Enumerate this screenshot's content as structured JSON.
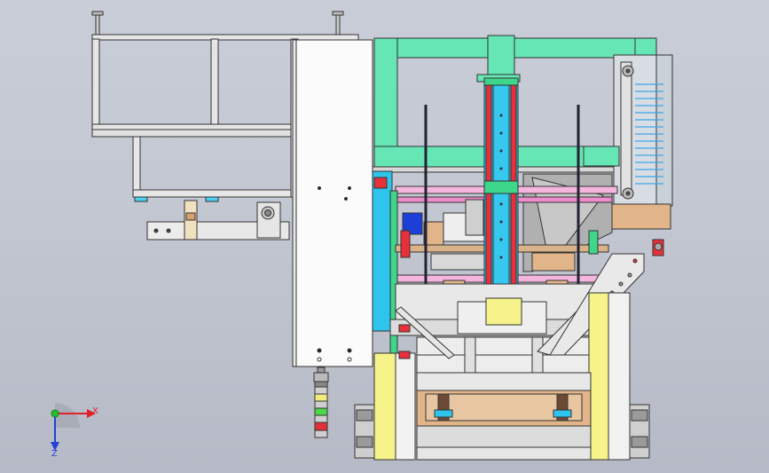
{
  "viewport": {
    "background_top": "#c9cdd7",
    "background_bottom": "#b6bac6"
  },
  "model": {
    "description_colors": {
      "frame_green": "#66e6b4",
      "column_cyan": "#2fc4ec",
      "column_red": "#e8303a",
      "rod_pink": "#f4b6dc",
      "support_yellow": "#f6f38a",
      "cabinet_white": "#fbfbfb",
      "profile_gray": "#dcdcdc",
      "wood_tan": "#e2b48a",
      "motor_blue": "#1c3fd8"
    }
  },
  "triad": {
    "x_label": "X",
    "z_label": "Z",
    "x_color": "#e0202a",
    "z_color": "#2040d8",
    "origin_color": "#20c030"
  },
  "signal_tower": {
    "lights": [
      "red",
      "green",
      "yellow"
    ]
  }
}
